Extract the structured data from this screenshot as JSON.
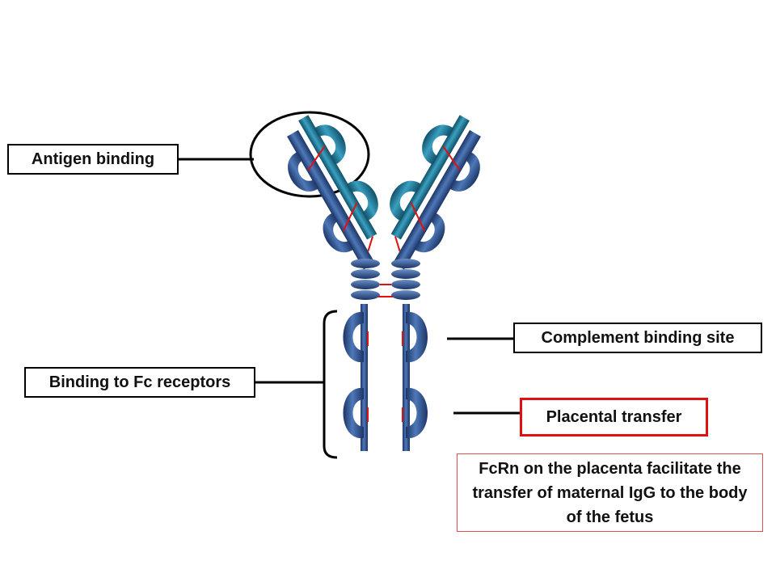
{
  "labels": {
    "antigen_binding": "Antigen binding",
    "fc_receptors": "Binding to Fc receptors",
    "complement": "Complement binding site",
    "placental": "Placental transfer"
  },
  "note": "FcRn on the placenta facilitate the transfer of maternal IgG to the body of the fetus",
  "colors": {
    "heavy_chain": "#2e4f86",
    "light_chain": "#1f6f8f",
    "disulfide": "#e01010",
    "placental_border": "#e01010",
    "note_border": "#e05050"
  }
}
